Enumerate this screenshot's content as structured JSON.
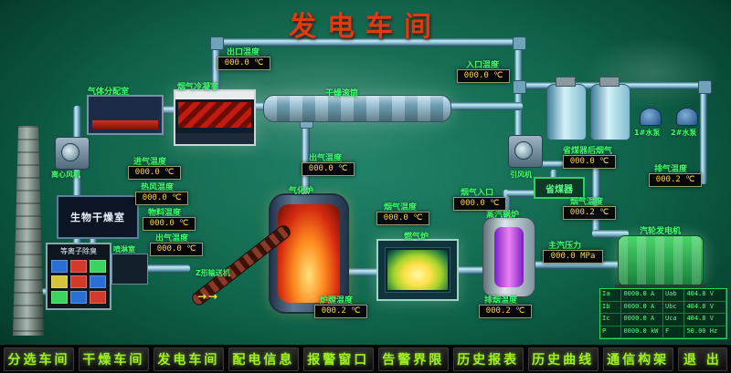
{
  "title": "发电车间",
  "palette": {
    "label_green": "#3dff6e",
    "value_yellow": "#ffd24a",
    "title_red": "#e03a10",
    "pipe_cyan": "#9fd4e8",
    "nav_green": "#a0f01e"
  },
  "equipment": {
    "gas_distribution": "气体分配室",
    "condenser": "烟气冷凝室",
    "drum": "干燥滚筒",
    "centrifugal_fan": "离心风机",
    "bio_drying": "生物干燥室",
    "plasma": "等离子除臭",
    "spray": "喷淋室",
    "gasifier": "气化炉",
    "conveyor": "Z形输送机",
    "gas_furnace": "燃气炉",
    "steam_boiler": "蒸汽锅炉",
    "economizer": "省煤器",
    "induced_fan": "引风机",
    "turbine": "汽轮发电机",
    "pump1": "1#水泵",
    "pump2": "2#水泵"
  },
  "readouts": {
    "outlet_top": {
      "label": "出口温度",
      "value": "000.0 ℃"
    },
    "inlet_top": {
      "label": "入口温度",
      "value": "000.0 ℃"
    },
    "intake_left": {
      "label": "进气温度",
      "value": "000.0 ℃"
    },
    "hot_air": {
      "label": "热风温度",
      "value": "000.0 ℃"
    },
    "material": {
      "label": "物料温度",
      "value": "000.0 ℃"
    },
    "outlet_left": {
      "label": "出气温度",
      "value": "000.0 ℃"
    },
    "outlet_mid": {
      "label": "出气温度",
      "value": "000.0 ℃"
    },
    "furnace_flue": {
      "label": "烟气温度",
      "value": "000.0 ℃"
    },
    "flue_inlet": {
      "label": "烟气入口",
      "value": "000.0 ℃"
    },
    "gasifier_bottom": {
      "label": "炉膛温度",
      "value": "000.2 ℃"
    },
    "boiler_bottom": {
      "label": "排烟温度",
      "value": "000.2 ℃"
    },
    "after_econ": {
      "label": "省煤器后烟气",
      "value": "000.0 ℃"
    },
    "flue_right": {
      "label": "烟气温度",
      "value": "000.2 ℃"
    },
    "steam_pressure": {
      "label": "主汽压力",
      "value": "000.0 MPa"
    },
    "exhaust_right": {
      "label": "排气温度",
      "value": "000.2 ℃"
    }
  },
  "misc": {
    "conveyor_arrows": "→→"
  },
  "table": {
    "rows": [
      [
        "Ia",
        "0000.0 A",
        "Uab",
        "404.8 V"
      ],
      [
        "Ib",
        "0000.0 A",
        "Ubc",
        "404.8 V"
      ],
      [
        "Ic",
        "0000.0 A",
        "Uca",
        "404.8 V"
      ],
      [
        "P",
        "0000.0 kW",
        "F",
        "50.00 Hz"
      ]
    ]
  },
  "nav": {
    "buttons": [
      "分选车间",
      "干燥车间",
      "发电车间",
      "配电信息",
      "报警窗口",
      "告警界限",
      "历史报表",
      "历史曲线",
      "通信构架",
      "退 出"
    ]
  }
}
